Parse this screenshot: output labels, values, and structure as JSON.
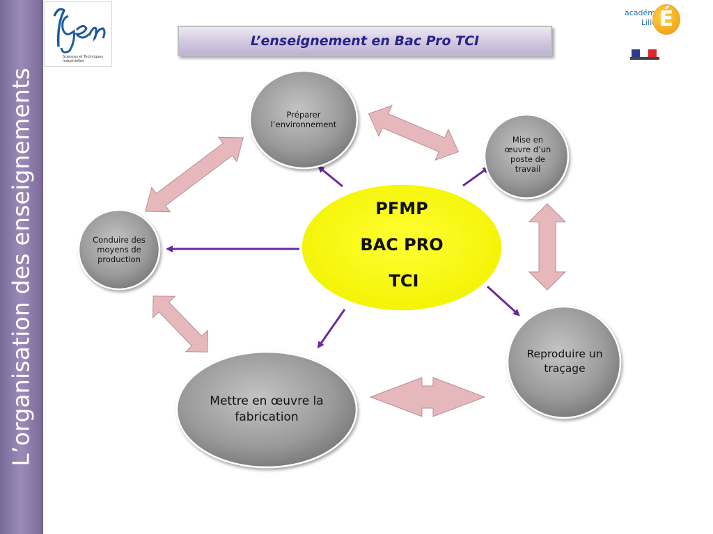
{
  "sidebar": {
    "title": "L’organisation des enseignements"
  },
  "logo": {
    "caption": "Sciences et Techniques Industrielles"
  },
  "header": {
    "title": "L’enseignement en Bac Pro TCI"
  },
  "academie": {
    "line1": "académie",
    "line2": "Lille",
    "letter": "É"
  },
  "diagram": {
    "center": {
      "lines": [
        "PFMP",
        "BAC PRO",
        "TCI"
      ]
    },
    "nodes": {
      "preparer": "Préparer l’environnement",
      "mise_en_oeuvre_poste": "Mise en œuvre d’un poste de travail",
      "conduire": "Conduire des moyens de production",
      "reproduire": "Reproduire un traçage",
      "mettre_en_oeuvre_fabrication": "Mettre en œuvre la fabrication"
    }
  },
  "colors": {
    "sidebar": "#8a7aaa",
    "title_text": "#27238a",
    "center_fill": "#ffff00",
    "node_fill": "#9a9a9a",
    "arrow_purple": "#6a2a9a",
    "double_arrow_fill": "#e6b8bb"
  }
}
